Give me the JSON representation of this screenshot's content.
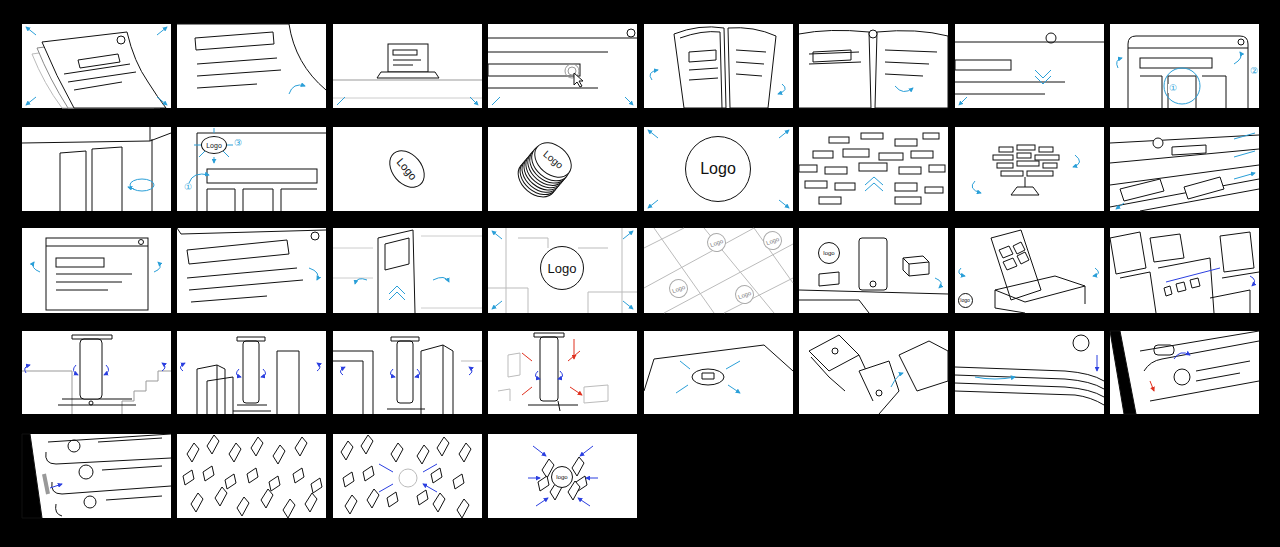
{
  "diagram": {
    "nodes": [
      {
        "text": [
          "Logo"
        ]
      },
      {
        "text": [
          "Logo"
        ]
      },
      {
        "text": [
          "Logo"
        ]
      },
      {
        "text": [
          "Logo"
        ]
      },
      {
        "text": [
          "Logo"
        ]
      },
      {
        "text": [
          "Logo"
        ]
      },
      {
        "text": [
          "Logo"
        ]
      },
      {
        "text": [
          "Logo"
        ]
      },
      {
        "text": [
          "Logo"
        ]
      },
      {
        "text": [
          "logo"
        ]
      },
      {
        "text": [
          "logo"
        ]
      },
      {
        "text": [
          "logo"
        ]
      }
    ],
    "labels": [
      "①",
      "②",
      "③",
      "①"
    ]
  }
}
